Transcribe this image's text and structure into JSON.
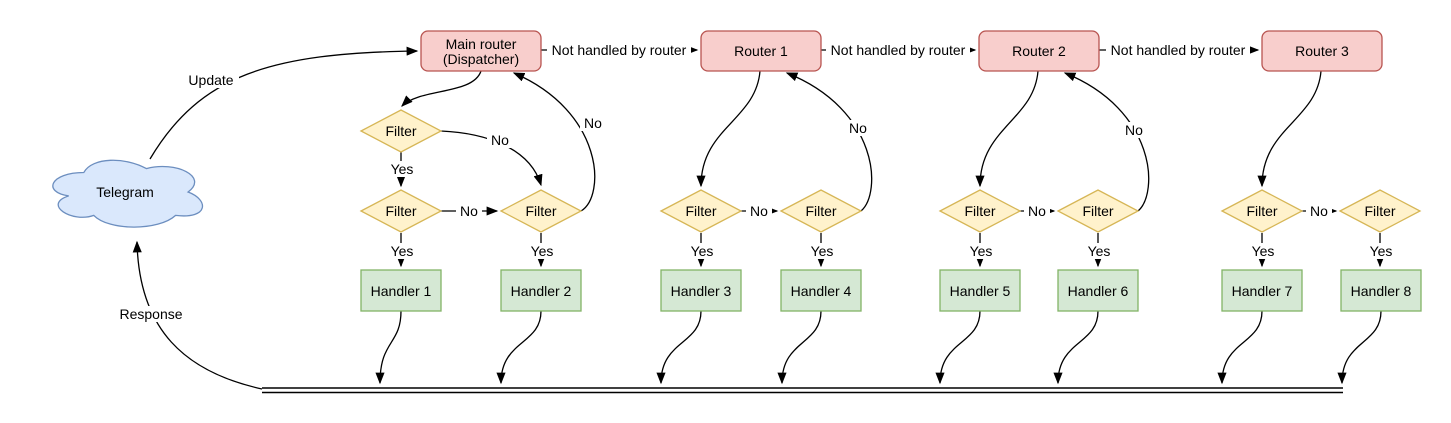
{
  "nodes": {
    "telegram": {
      "label": "Telegram"
    },
    "dispatcher": {
      "label_line1": "Main router",
      "label_line2": "(Dispatcher)"
    },
    "routers": [
      {
        "label": "Router 1"
      },
      {
        "label": "Router 2"
      },
      {
        "label": "Router 3"
      }
    ],
    "filter_label": "Filter",
    "handlers": [
      {
        "label": "Handler 1"
      },
      {
        "label": "Handler 2"
      },
      {
        "label": "Handler 3"
      },
      {
        "label": "Handler 4"
      },
      {
        "label": "Handler 5"
      },
      {
        "label": "Handler 6"
      },
      {
        "label": "Handler 7"
      },
      {
        "label": "Handler 8"
      }
    ]
  },
  "edge_labels": {
    "update": "Update",
    "response": "Response",
    "not_handled": "Not handled by router",
    "yes": "Yes",
    "no": "No"
  },
  "colors": {
    "router_fill": "#f8cecc",
    "router_stroke": "#b85450",
    "filter_fill": "#fff2cc",
    "filter_stroke": "#d6b656",
    "handler_fill": "#d5e8d4",
    "handler_stroke": "#82b366",
    "cloud_fill": "#dae8fc",
    "cloud_stroke": "#6c8ebf",
    "edge_color": "#000000",
    "label_color": "#000000"
  }
}
